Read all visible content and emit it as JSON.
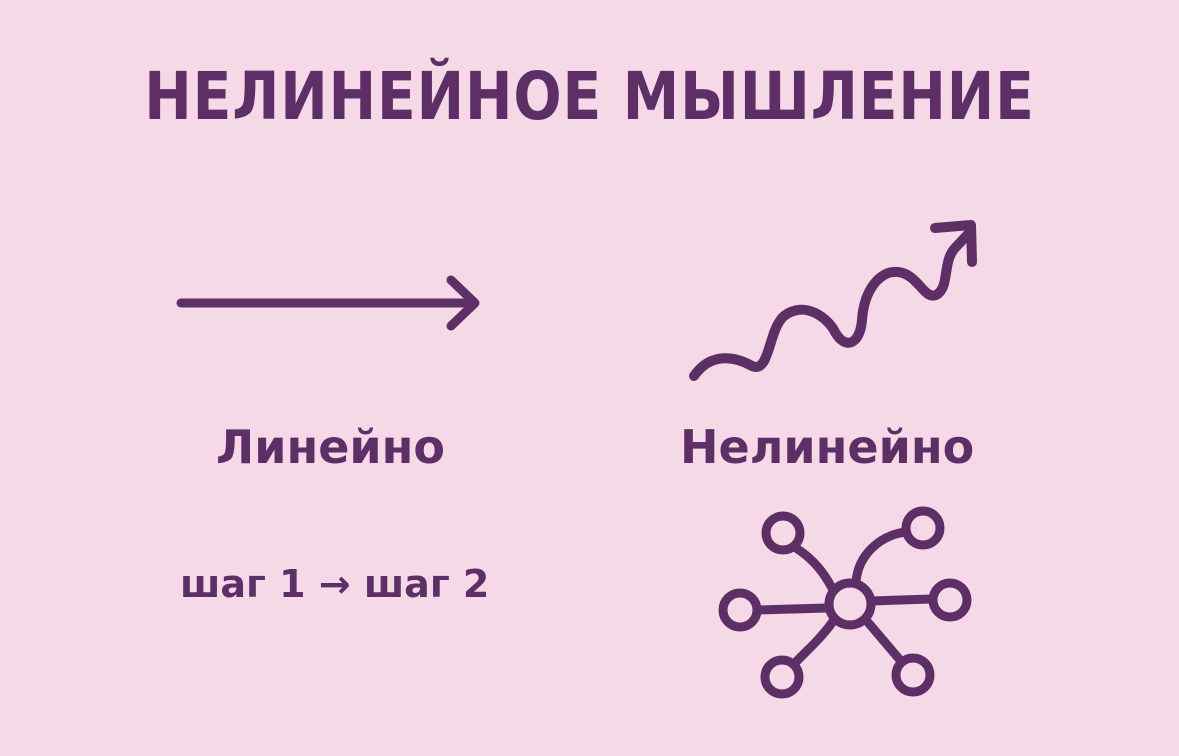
{
  "title": "НЕЛИНЕЙНОЕ МЫШЛЕНИЕ",
  "left": {
    "label": "Линейно",
    "steps_text": "шаг 1 → шаг 2",
    "icon": "straight-arrow-icon"
  },
  "right": {
    "label": "Нелинейно",
    "icon_top": "wavy-arrow-icon",
    "icon_bottom": "network-icon"
  },
  "colors": {
    "background": "#f5d9e6",
    "accent": "#5e2f66"
  }
}
